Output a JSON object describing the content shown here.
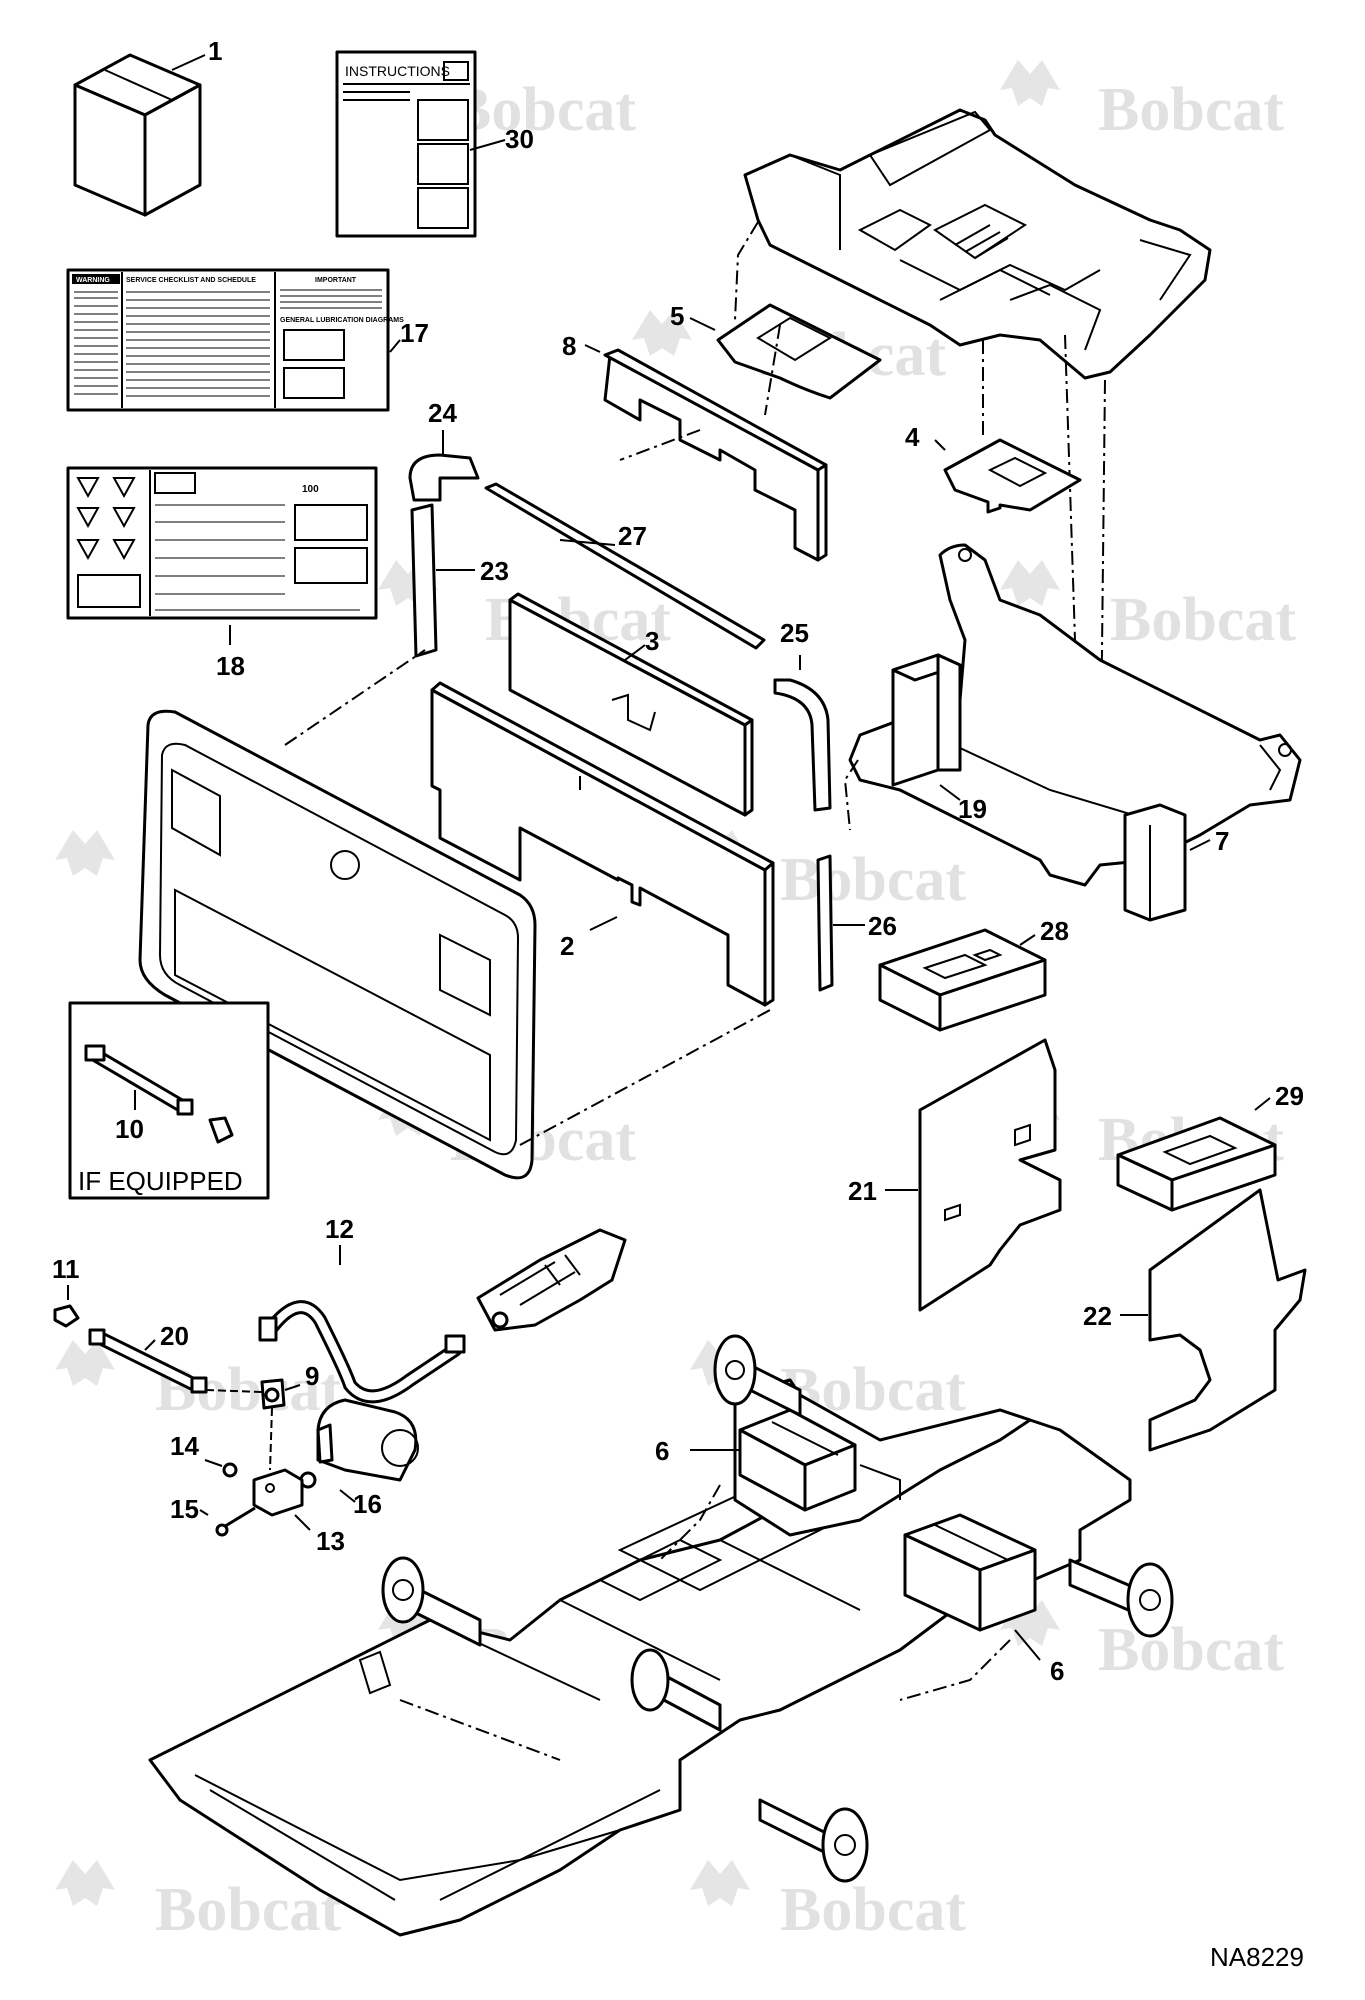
{
  "callouts": {
    "c1": "1",
    "c2": "2",
    "c3": "3",
    "c4": "4",
    "c5": "5",
    "c6a": "6",
    "c6b": "6",
    "c7": "7",
    "c8": "8",
    "c9": "9",
    "c10": "10",
    "c11": "11",
    "c12": "12",
    "c13": "13",
    "c14": "14",
    "c15": "15",
    "c16": "16",
    "c17": "17",
    "c18": "18",
    "c19": "19",
    "c20": "20",
    "c21": "21",
    "c22": "22",
    "c23": "23",
    "c24": "24",
    "c25": "25",
    "c26": "26",
    "c27": "27",
    "c28": "28",
    "c29": "29",
    "c30": "30"
  },
  "instructions_label": "INSTRUCTIONS",
  "if_equipped_label": "IF EQUIPPED",
  "decal17": {
    "warning": "WARNING",
    "checklist": "SERVICE CHECKLIST AND SCHEDULE",
    "important": "IMPORTANT",
    "lubrication": "GENERAL LUBRICATION DIAGRAMS"
  },
  "decal18": {
    "hours": "100"
  },
  "watermark": "Bobcat",
  "drawing_ref": "NA8229"
}
